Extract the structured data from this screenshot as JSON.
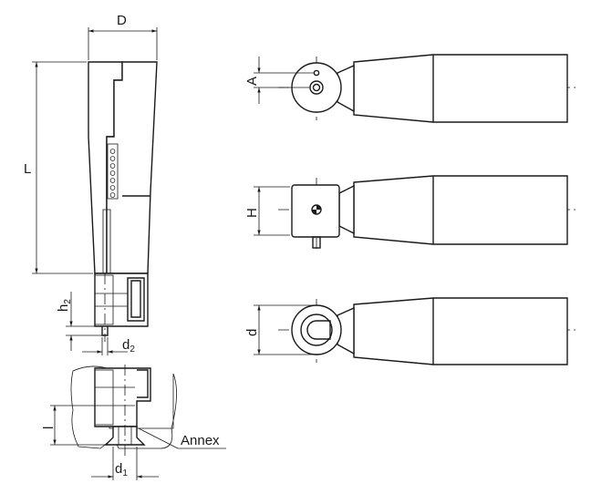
{
  "dimensions": {
    "D": "D",
    "L": "L",
    "h2": "h2",
    "d2": "d2",
    "l": "l",
    "d1": "d1",
    "A": "A",
    "H": "H",
    "d": "d"
  },
  "callouts": {
    "annex": "Annex"
  },
  "colors": {
    "line": "#1a1a1a",
    "background": "#ffffff"
  }
}
